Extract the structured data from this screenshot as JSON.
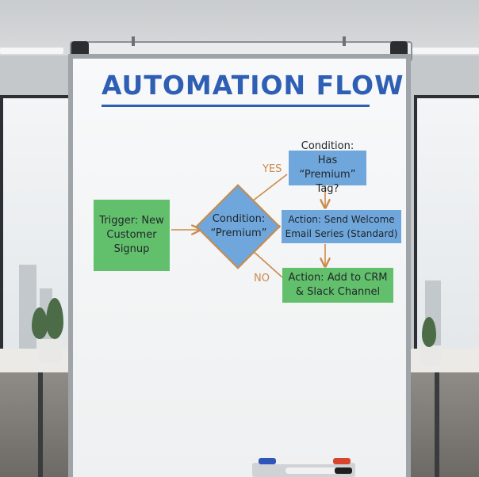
{
  "title": "AUTOMATION FLOW",
  "nodes": {
    "trigger": "Trigger: New Customer Signup",
    "condition": "Condition: “Premium”",
    "condition_tag": "Condition: Has “Premium” Tag?",
    "action_welcome": "Action: Send Welcome Email Series (Standard)",
    "action_crm": "Action: Add to CRM & Slack Channel"
  },
  "edges": {
    "yes": "YES",
    "no": "NO"
  },
  "colors": {
    "title": "#2e5fb4",
    "action_green": "#62c06c",
    "condition_blue": "#6fa7dc",
    "arrow": "#cc8a4a"
  }
}
